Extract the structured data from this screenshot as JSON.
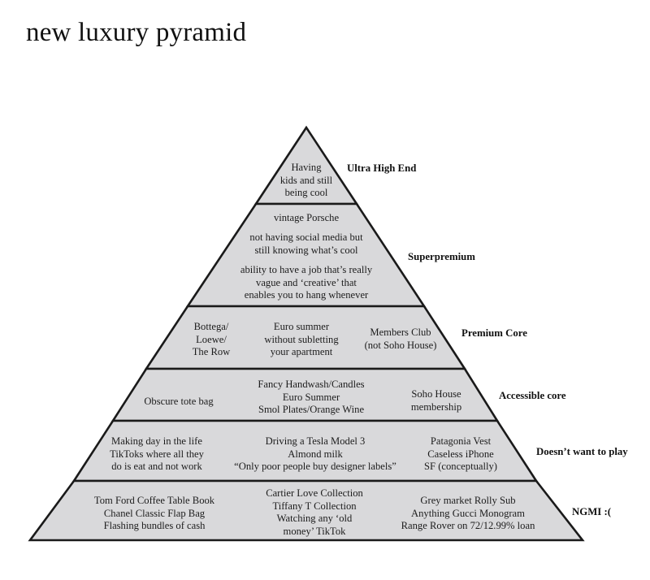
{
  "title": "new luxury pyramid",
  "colors": {
    "fill": "#d9d9db",
    "stroke": "#1a1a1a",
    "background": "#ffffff"
  },
  "tiers": [
    {
      "label": "Ultra High End",
      "items": [
        [
          "Having",
          "kids and still",
          "being cool"
        ]
      ]
    },
    {
      "label": "Superpremium",
      "items": [
        [
          "vintage Porsche"
        ],
        [
          "not having social media but",
          "still knowing what’s cool"
        ],
        [
          "ability to have a job that’s really",
          "vague and ‘creative’ that",
          "enables you to hang whenever"
        ]
      ]
    },
    {
      "label": "Premium Core",
      "items": [
        [
          "Bottega/",
          "Loewe/",
          "The Row"
        ],
        [
          "Euro summer",
          "without subletting",
          "your apartment"
        ],
        [
          "Members Club",
          "(not Soho House)"
        ]
      ]
    },
    {
      "label": "Accessible core",
      "items": [
        [
          "Obscure tote bag"
        ],
        [
          "Fancy Handwash/Candles",
          "Euro Summer",
          "Smol Plates/Orange Wine"
        ],
        [
          "Soho House",
          "membership"
        ]
      ]
    },
    {
      "label": "Doesn’t want to play",
      "items": [
        [
          "Making day in the life",
          "TikToks where all they",
          "do is eat and not work"
        ],
        [
          "Driving a Tesla Model 3",
          "Almond milk",
          "“Only poor people buy designer labels”"
        ],
        [
          "Patagonia Vest",
          "Caseless iPhone",
          "SF  (conceptually)"
        ]
      ]
    },
    {
      "label": "NGMI :(",
      "items": [
        [
          "Tom Ford Coffee Table Book",
          "Chanel Classic Flap Bag",
          "Flashing bundles of cash"
        ],
        [
          "Cartier Love Collection",
          "Tiffany T Collection",
          "Watching any ‘old",
          "money’ TikTok"
        ],
        [
          "Grey market Rolly Sub",
          "Anything Gucci Monogram",
          "Range Rover on 72/12.99% loan"
        ]
      ]
    }
  ]
}
